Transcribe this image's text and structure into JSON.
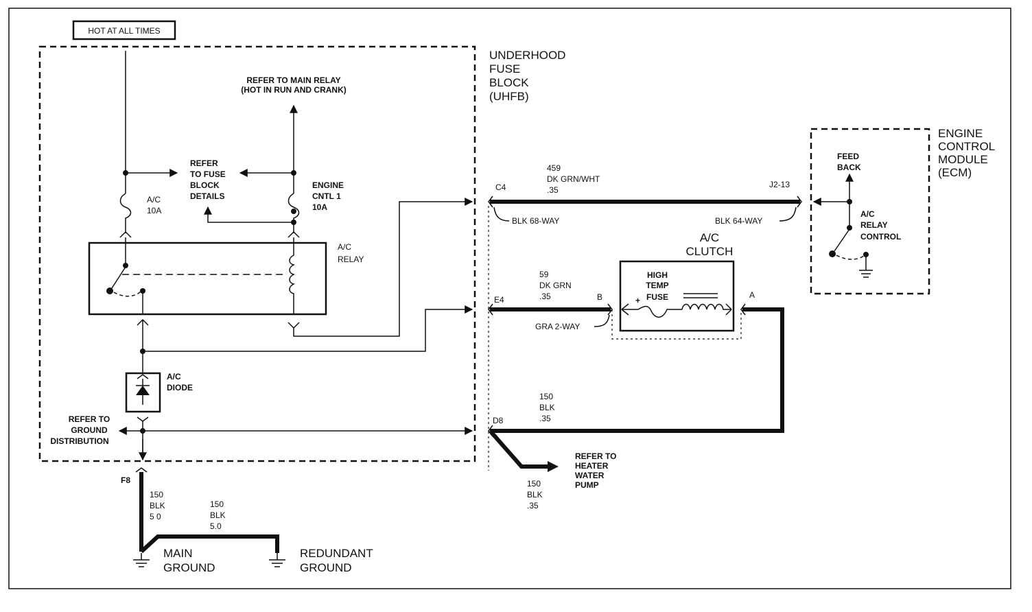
{
  "labels": {
    "hot_at_all_times": "HOT AT ALL TIMES",
    "uhfb": [
      "UNDERHOOD",
      "FUSE",
      "BLOCK",
      "(UHFB)"
    ],
    "refer_main_relay": [
      "REFER TO MAIN RELAY",
      "(HOT IN RUN AND CRANK)"
    ],
    "refer_fuse_block": [
      "REFER",
      "TO FUSE",
      "BLOCK",
      "DETAILS"
    ],
    "ac_fuse": [
      "A/C",
      "10A"
    ],
    "engine_fuse": [
      "ENGINE",
      "CNTL 1",
      "10A"
    ],
    "ac_relay": [
      "A/C",
      "RELAY"
    ],
    "ac_diode": [
      "A/C",
      "DIODE"
    ],
    "refer_ground": [
      "REFER TO",
      "GROUND",
      "DISTRIBUTION"
    ],
    "f8": "F8",
    "wire_150_f8": [
      "150",
      "BLK",
      "5 0"
    ],
    "wire_150_redundant": [
      "150",
      "BLK",
      "5.0"
    ],
    "main_ground": [
      "MAIN",
      "GROUND"
    ],
    "redundant_ground": [
      "REDUNDANT",
      "GROUND"
    ],
    "c4": "C4",
    "e4": "E4",
    "d8": "D8",
    "wire_459": [
      "459",
      "DK GRN/WHT",
      ".35"
    ],
    "wire_59": [
      "59",
      "DK GRN",
      ".35"
    ],
    "wire_150_d8": [
      "150",
      "BLK",
      ".35"
    ],
    "wire_150_pump": [
      "150",
      "BLK",
      ".35"
    ],
    "blk_68_way": "BLK 68-WAY",
    "blk_64_way": "BLK 64-WAY",
    "j2_13": "J2-13",
    "gra_2_way": "GRA 2-WAY",
    "pin_b": "B",
    "pin_a": "A",
    "ac_clutch": [
      "A/C",
      "CLUTCH"
    ],
    "high_temp_fuse": [
      "HIGH",
      "TEMP",
      "FUSE"
    ],
    "refer_heater": [
      "REFER TO",
      "HEATER",
      "WATER",
      "PUMP"
    ],
    "ecm": [
      "ENGINE",
      "CONTROL",
      "MODULE",
      "(ECM)"
    ],
    "feed_back": [
      "FEED",
      "BACK"
    ],
    "ac_relay_control": [
      "A/C",
      "RELAY",
      "CONTROL"
    ]
  }
}
